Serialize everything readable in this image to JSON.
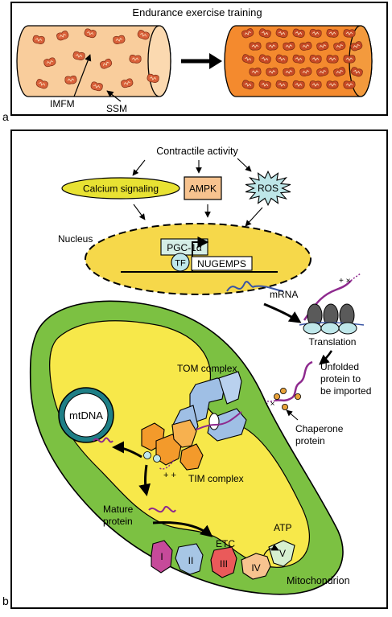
{
  "panel_a": {
    "letter": "a",
    "title": "Endurance exercise training",
    "labels": {
      "imfm": "IMFM",
      "ssm": "SSM"
    },
    "colors": {
      "before": "#f9cd9c",
      "after": "#f48a2e",
      "mito": "#d9613a"
    }
  },
  "panel_b": {
    "letter": "b",
    "contractile_activity": "Contractile activity",
    "signals": {
      "calcium": "Calcium signaling",
      "ampk": "AMPK",
      "ros": "ROS"
    },
    "nucleus": {
      "label": "Nucleus",
      "pgc": "PGC-1α",
      "tf": "TF",
      "gene": "NUGEMPS",
      "mrna": "mRNA"
    },
    "cytosol": {
      "translation": "Translation",
      "unfolded_line1": "Unfolded",
      "unfolded_line2": "protein to",
      "unfolded_line3": "be imported",
      "chaperone_line1": "Chaperone",
      "chaperone_line2": "protein",
      "plus_minus": "+  ×"
    },
    "mitochondrion": {
      "label": "Mitochondrion",
      "mtdna": "mtDNA",
      "tom": "TOM complex",
      "tim": "TIM complex",
      "mature_line1": "Mature",
      "mature_line2": "protein",
      "etc": "ETC",
      "atp": "ATP",
      "plus_plus": "+ +",
      "complexes": [
        "I",
        "II",
        "III",
        "IV",
        "V"
      ]
    },
    "colors": {
      "outer_membrane": "#7cc142",
      "matrix": "#f7e84a",
      "nucleus": "#f6d84a",
      "calcium": "#e8e233",
      "ampk": "#f7c38f",
      "ros": "#bde6e8",
      "tom": "#9fbfe5",
      "tim": "#f39a2b",
      "ribosome": "#5a5a5a",
      "ribosome_small": "#bfe7ea"
    }
  }
}
